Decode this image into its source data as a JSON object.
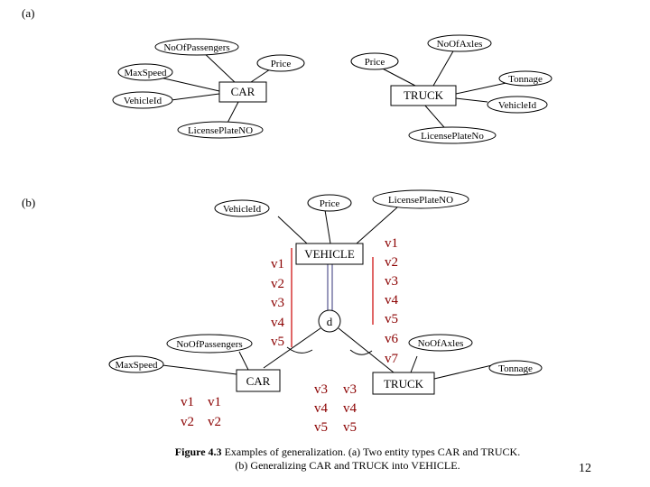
{
  "part_a": {
    "label": "(a)",
    "car": {
      "entity": "CAR",
      "attributes": [
        "NoOfPassengers",
        "Price",
        "MaxSpeed",
        "VehicleId",
        "LicensePlateNO"
      ]
    },
    "truck": {
      "entity": "TRUCK",
      "attributes": [
        "NoOfAxles",
        "Price",
        "Tonnage",
        "VehicleId",
        "LicensePlateNo"
      ]
    }
  },
  "part_b": {
    "label": "(b)",
    "superclass": {
      "entity": "VEHICLE",
      "attributes": [
        "VehicleId",
        "Price",
        "LicensePlateNO"
      ],
      "values_left": [
        "v1",
        "v2",
        "v3",
        "v4",
        "v5"
      ],
      "values_right": [
        "v1",
        "v2",
        "v3",
        "v4",
        "v5",
        "v6",
        "v7"
      ]
    },
    "disjoint_symbol": "d",
    "car": {
      "entity": "CAR",
      "attributes": [
        "NoOfPassengers",
        "MaxSpeed"
      ],
      "values_rows": [
        [
          "v1",
          "v1"
        ],
        [
          "v2",
          "v2"
        ]
      ]
    },
    "truck": {
      "entity": "TRUCK",
      "attributes": [
        "NoOfAxles",
        "Tonnage"
      ],
      "values_rows": [
        [
          "v3",
          "v3"
        ],
        [
          "v4",
          "v4"
        ],
        [
          "v5",
          "v5"
        ]
      ]
    }
  },
  "caption": {
    "label": "Figure 4.3",
    "line1": "Examples of generalization. (a) Two entity types CAR and TRUCK.",
    "line2": "(b) Generalizing CAR and TRUCK into VEHICLE."
  },
  "page_number": "12"
}
